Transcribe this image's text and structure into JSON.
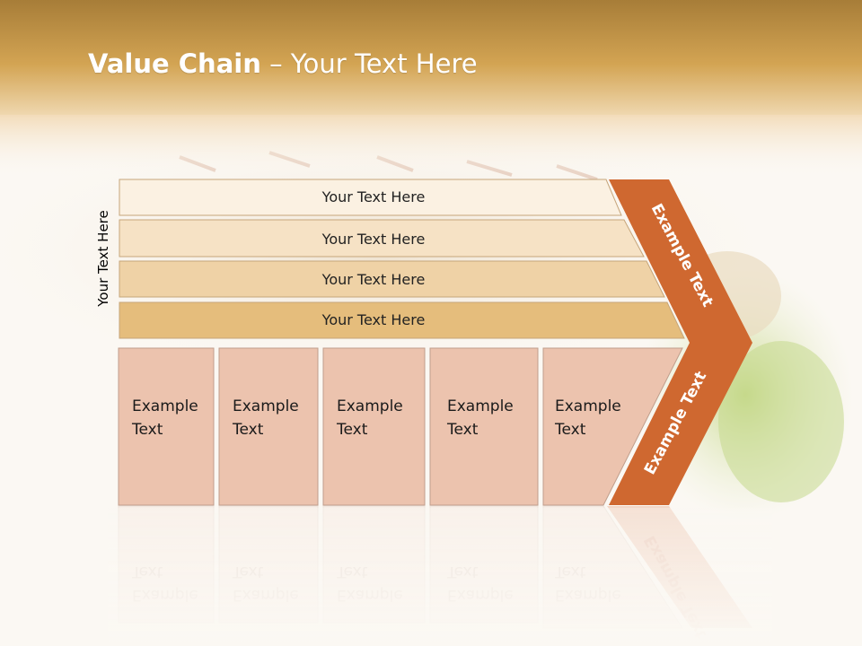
{
  "slide": {
    "title_bold": "Value Chain",
    "title_rest": " – Your Text Here",
    "side_label": "Your Text Here"
  },
  "bands": [
    {
      "label": "Your Text Here",
      "fill": "#fbf1e2"
    },
    {
      "label": "Your Text Here",
      "fill": "#f6e2c5"
    },
    {
      "label": "Your Text Here",
      "fill": "#efd2a6"
    },
    {
      "label": "Your Text Here",
      "fill": "#e5bd7c"
    }
  ],
  "cells": [
    {
      "line1": "Example",
      "line2": "Text"
    },
    {
      "line1": "Example",
      "line2": "Text"
    },
    {
      "line1": "Example",
      "line2": "Text"
    },
    {
      "line1": "Example",
      "line2": "Text"
    },
    {
      "line1": "Example",
      "line2": "Text"
    }
  ],
  "chevron": {
    "upper_label": "Example Text",
    "lower_label": "Example Text",
    "color": "#cf6830"
  },
  "colors": {
    "header": "#c99a45",
    "cell_fill": "#ecc3ae",
    "cell_stroke": "#c09e8c"
  }
}
